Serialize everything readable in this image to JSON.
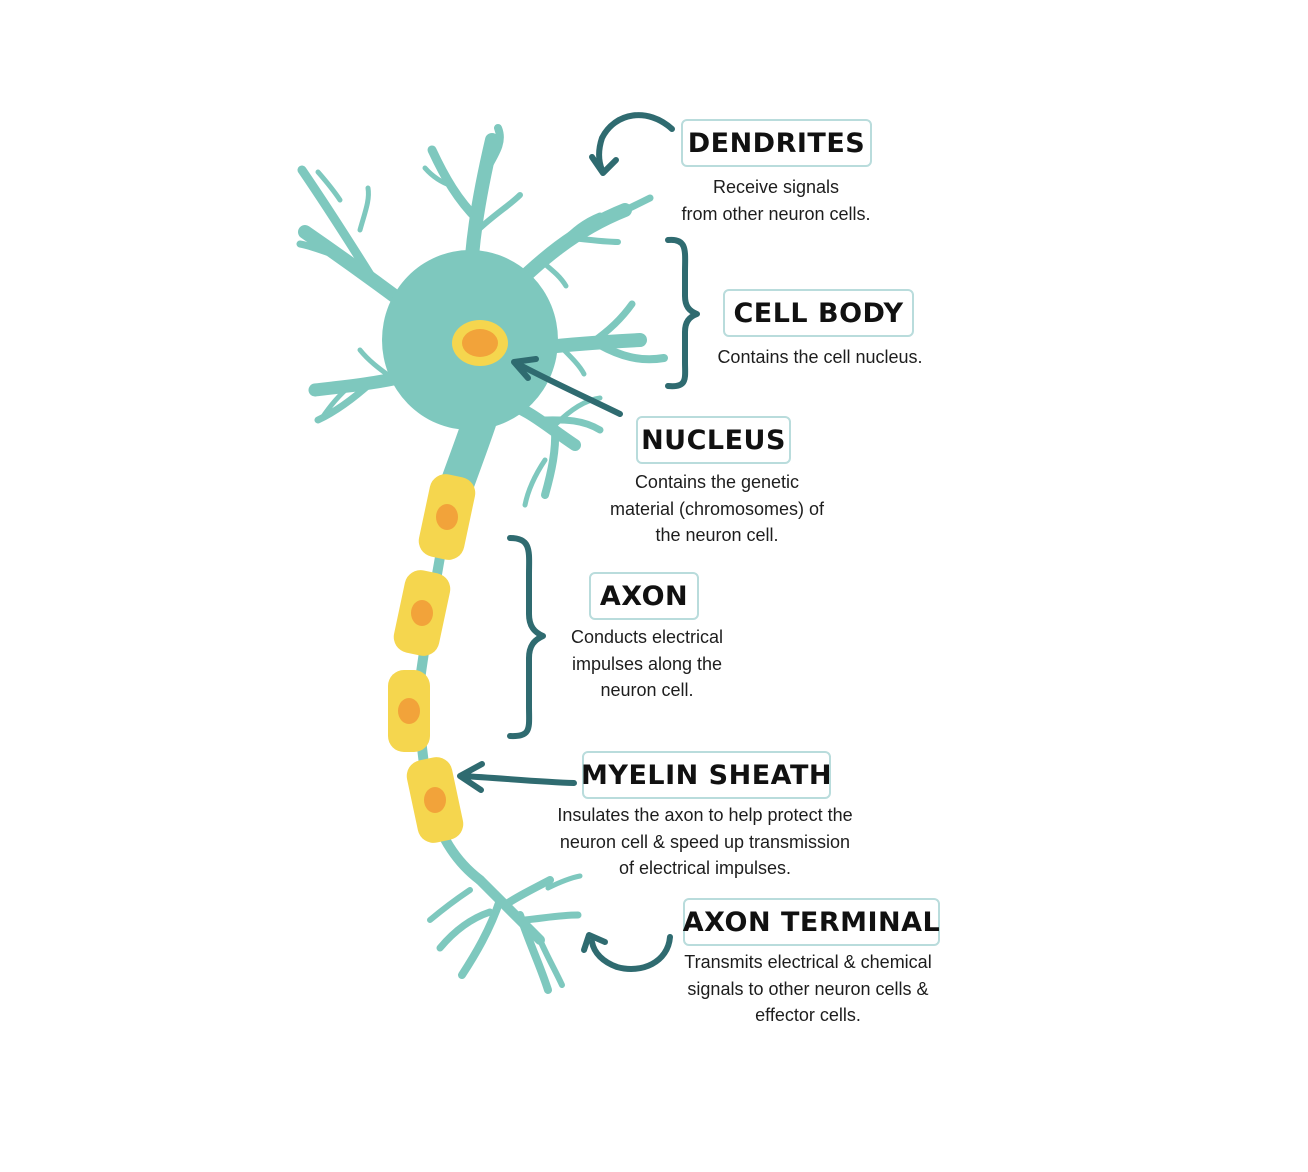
{
  "colors": {
    "neuron": "#7ec8be",
    "myelin": "#f5d64e",
    "nucleus_outer": "#f5d64e",
    "nucleus_inner": "#f2a33a",
    "arrow": "#2f6b70",
    "box_border": "#b9dcdc"
  },
  "parts": [
    {
      "id": "dendrites",
      "title": "DENDRITES",
      "description": [
        "Receive signals",
        "from other neuron cells."
      ]
    },
    {
      "id": "cell-body",
      "title": "CELL BODY",
      "description": [
        "Contains the cell nucleus."
      ]
    },
    {
      "id": "nucleus",
      "title": "NUCLEUS",
      "description": [
        "Contains the genetic",
        "material (chromosomes) of",
        "the neuron cell."
      ]
    },
    {
      "id": "axon",
      "title": "AXON",
      "description": [
        "Conducts electrical",
        "impulses along the",
        "neuron cell."
      ]
    },
    {
      "id": "myelin-sheath",
      "title": "MYELIN SHEATH",
      "description": [
        "Insulates the axon to help protect the",
        "neuron cell & speed up transmission",
        "of electrical impulses."
      ]
    },
    {
      "id": "axon-terminal",
      "title": "AXON TERMINAL",
      "description": [
        "Transmits electrical & chemical",
        "signals to other neuron cells &",
        "effector cells."
      ]
    }
  ]
}
